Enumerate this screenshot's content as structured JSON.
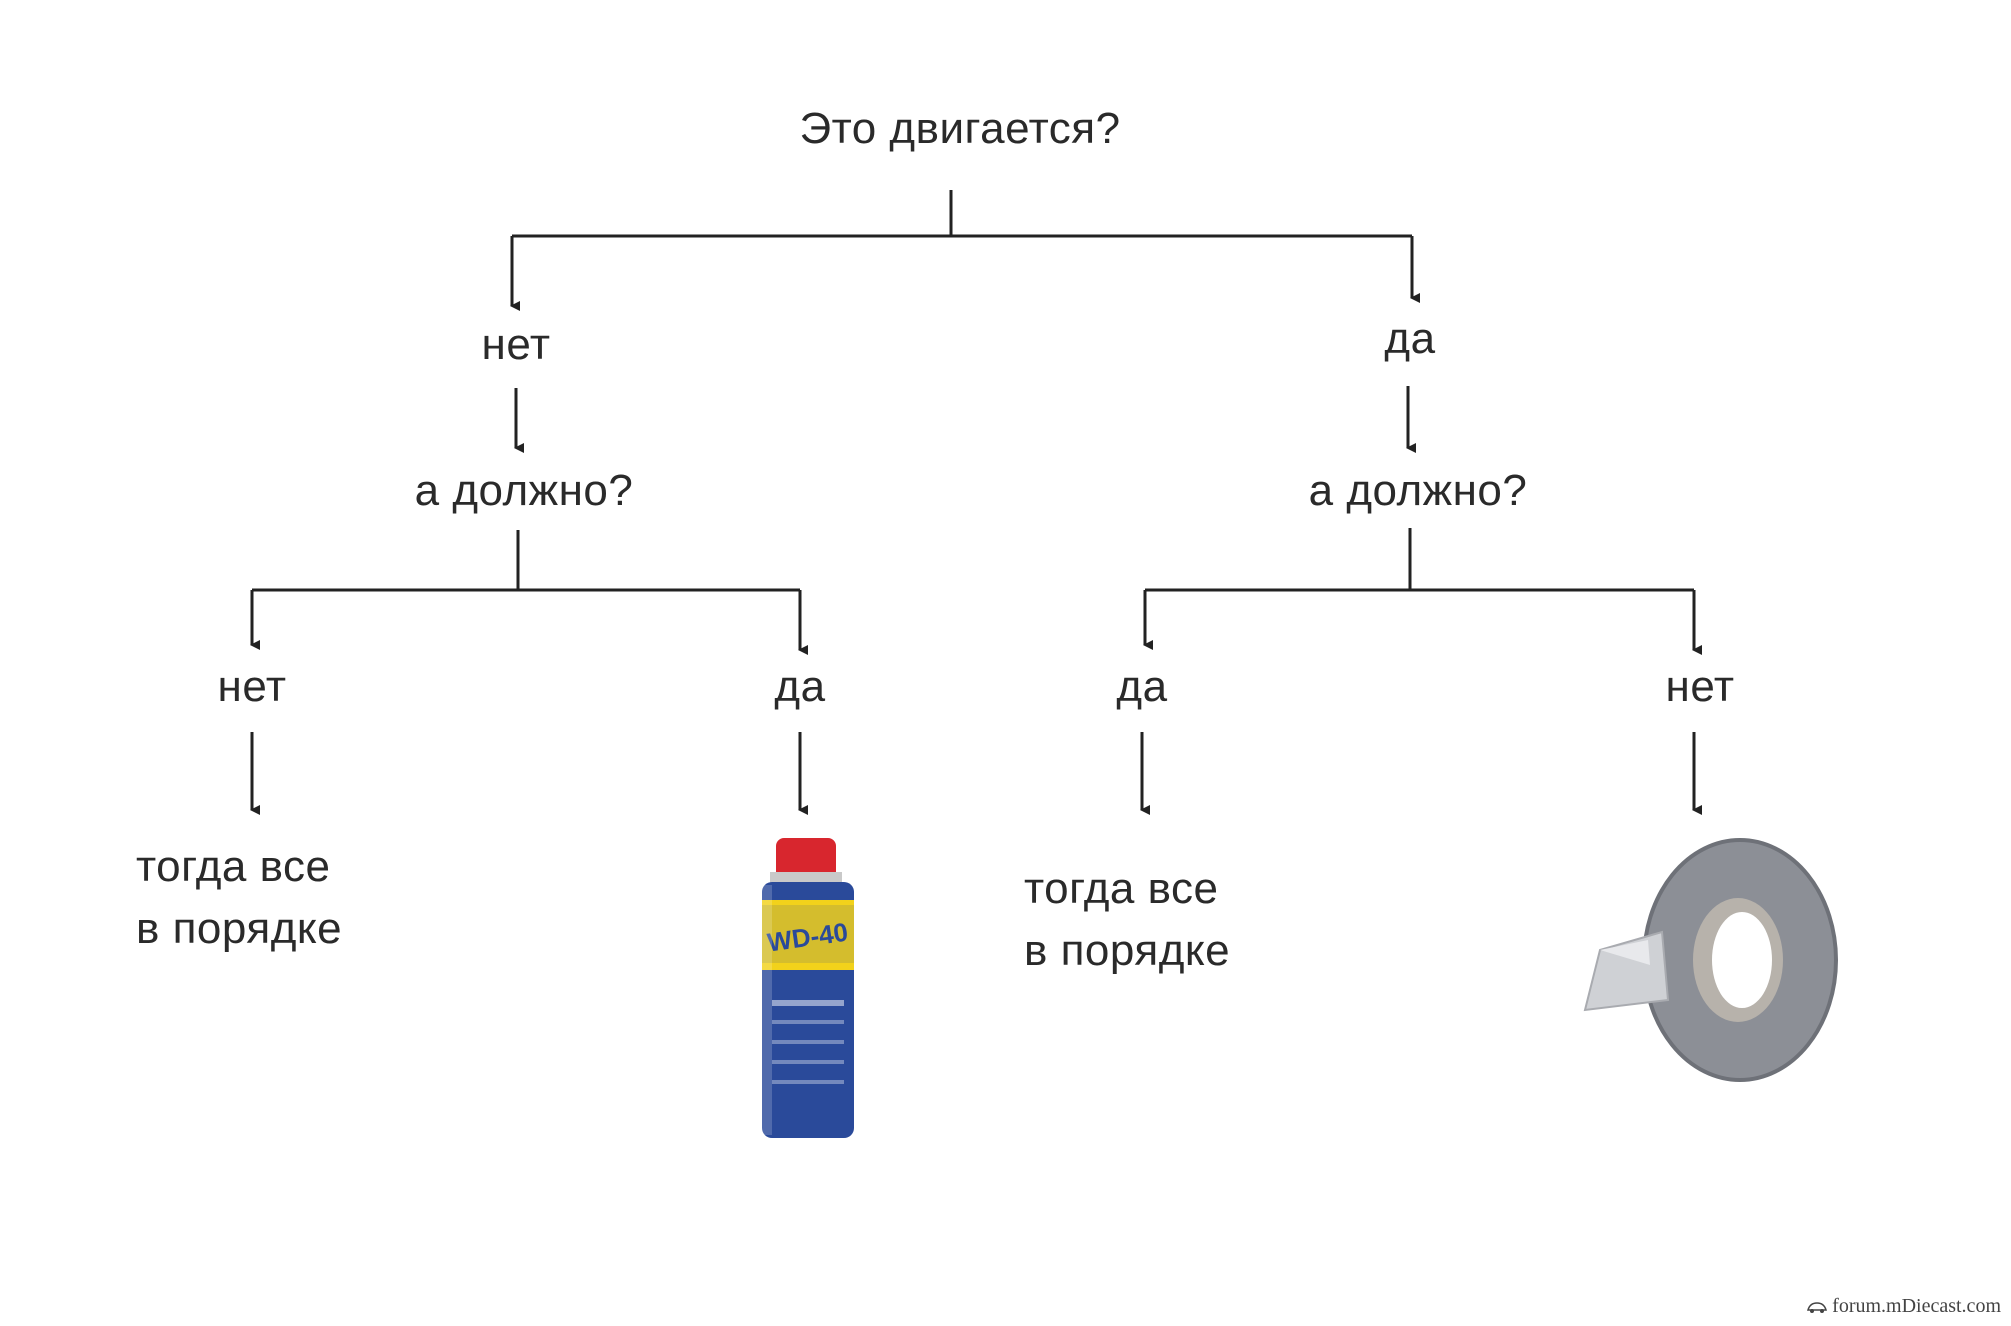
{
  "diagram": {
    "root_question": "Это двигается?",
    "left": {
      "answer": "нет",
      "question": "а должно?",
      "branch_no": {
        "answer": "нет",
        "result_line1": "тогда все",
        "result_line2": "в порядке"
      },
      "branch_yes": {
        "answer": "да",
        "result": "WD-40 spray can"
      }
    },
    "right": {
      "answer": "да",
      "question": "а должно?",
      "branch_yes": {
        "answer": "да",
        "result_line1": "тогда все",
        "result_line2": "в порядке"
      },
      "branch_no": {
        "answer": "нет",
        "result": "duct tape roll"
      }
    },
    "can_label": "WD-40"
  },
  "watermark": {
    "text": "forum.mDiecast.com"
  },
  "colors": {
    "line": "#222222",
    "can_blue": "#2a4a9a",
    "can_yellow": "#f2d21b",
    "cap_red": "#d8262e",
    "tape_gray": "#8c8f96"
  }
}
